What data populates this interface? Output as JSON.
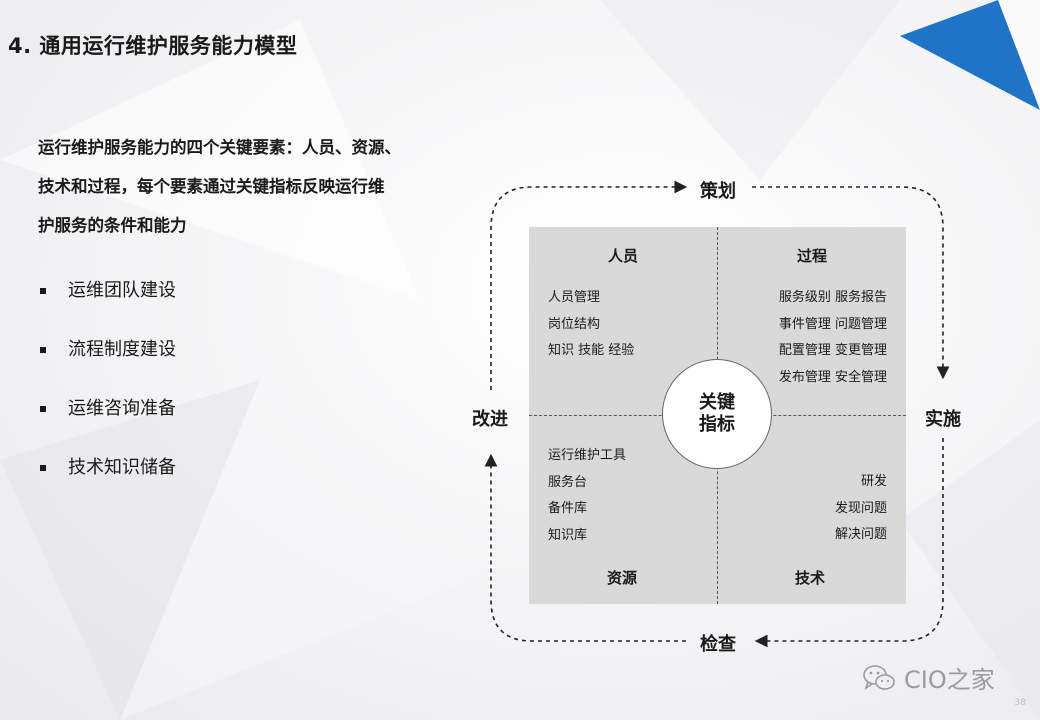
{
  "page": {
    "title": "4. 通用运行维护服务能力模型",
    "intro_lines": [
      "运行维护服务能力的四个关键要素：人员、资源、",
      "技术和过程，每个要素通过关键指标反映运行维",
      "护服务的条件和能力"
    ],
    "bullets": [
      "运维团队建设",
      "流程制度建设",
      "运维咨询准备",
      "技术知识储备"
    ],
    "page_number": "38",
    "accent_color": "#1f74c8"
  },
  "diagram": {
    "phases": {
      "top": "策划",
      "right": "实施",
      "bottom": "检查",
      "left": "改进"
    },
    "center": {
      "line1": "关键",
      "line2": "指标"
    },
    "quadrants": {
      "people": {
        "title": "人员",
        "items": [
          "人员管理",
          "岗位结构",
          "知识 技能 经验"
        ]
      },
      "process": {
        "title": "过程",
        "items": [
          "服务级别 服务报告",
          "事件管理 问题管理",
          "配置管理 变更管理",
          "发布管理 安全管理"
        ]
      },
      "resources": {
        "title": "资源",
        "items": [
          "运行维护工具",
          "服务台",
          "备件库",
          "知识库"
        ]
      },
      "technology": {
        "title": "技术",
        "items": [
          "研发",
          "发现问题",
          "解决问题"
        ]
      }
    }
  },
  "watermark": {
    "icon": "wechat-icon",
    "text": "CIO之家"
  }
}
